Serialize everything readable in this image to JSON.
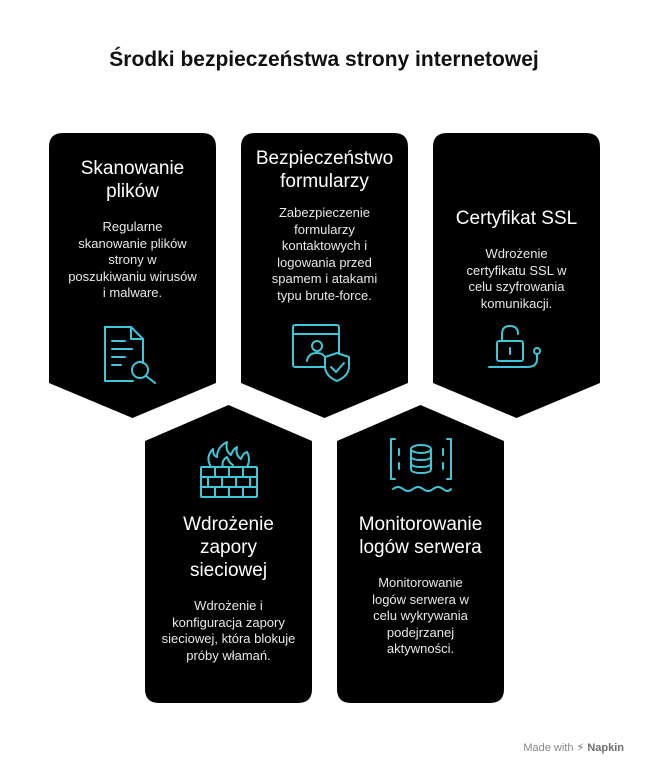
{
  "title": "Środki bezpieczeństwa strony internetowej",
  "cards": [
    {
      "id": "scan",
      "title": "Skanowanie plików",
      "description": "Regularne skanowanie plików strony w poszukiwaniu wirusów i malware.",
      "icon": "document-search-icon"
    },
    {
      "id": "forms",
      "title": "Bezpieczeństwo formularzy",
      "description": "Zabezpieczenie formularzy kontaktowych i logowania przed spamem i atakami typu brute-force.",
      "icon": "user-shield-icon"
    },
    {
      "id": "ssl",
      "title": "Certyfikat SSL",
      "description": "Wdrożenie certyfikatu SSL w celu szyfrowania komunikacji.",
      "icon": "padlock-icon"
    },
    {
      "id": "firewall",
      "title": "Wdrożenie zapory sieciowej",
      "description": "Wdrożenie i konfiguracja zapory sieciowej, która blokuje próby włamań.",
      "icon": "firewall-icon"
    },
    {
      "id": "logs",
      "title": "Monitorowanie logów serwera",
      "description": "Monitorowanie logów serwera w celu wykrywania podejrzanej aktywności.",
      "icon": "database-icon"
    }
  ],
  "footer": {
    "made_with": "Made with",
    "brand": "Napkin"
  },
  "colors": {
    "card": "#000000",
    "icon": "#3ec6d9",
    "text": "#ffffff"
  }
}
